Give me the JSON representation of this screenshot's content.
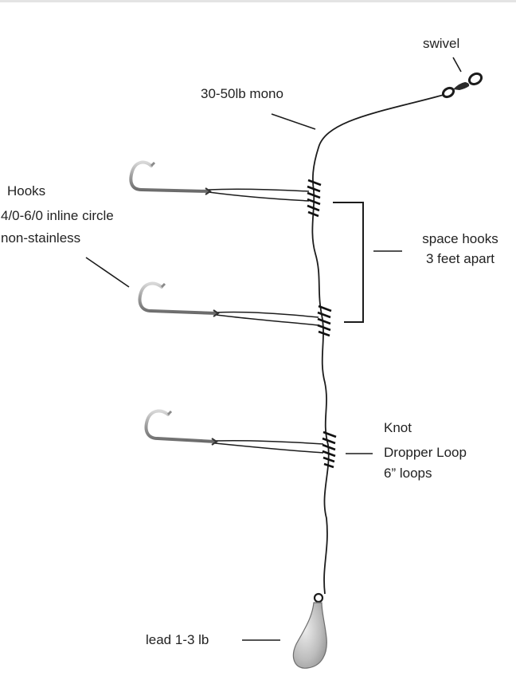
{
  "labels": {
    "swivel": "swivel",
    "mono": "30-50lb mono",
    "hooks_title": "Hooks",
    "hooks_size": "4/0-6/0 inline circle",
    "hooks_material": "non-stainless",
    "spacing_line1": "space hooks",
    "spacing_line2": "3 feet apart",
    "knot_title": "Knot",
    "knot_type": "Dropper Loop",
    "knot_loops": "6” loops",
    "lead": "lead 1-3 lb"
  },
  "colors": {
    "line": "#1c1c1c",
    "hook": "#8a8a8a",
    "lead": "#b9b9b9",
    "text": "#222222"
  },
  "icons": [
    "swivel-icon",
    "hook-icon",
    "lead-weight-icon",
    "knot-icon"
  ]
}
